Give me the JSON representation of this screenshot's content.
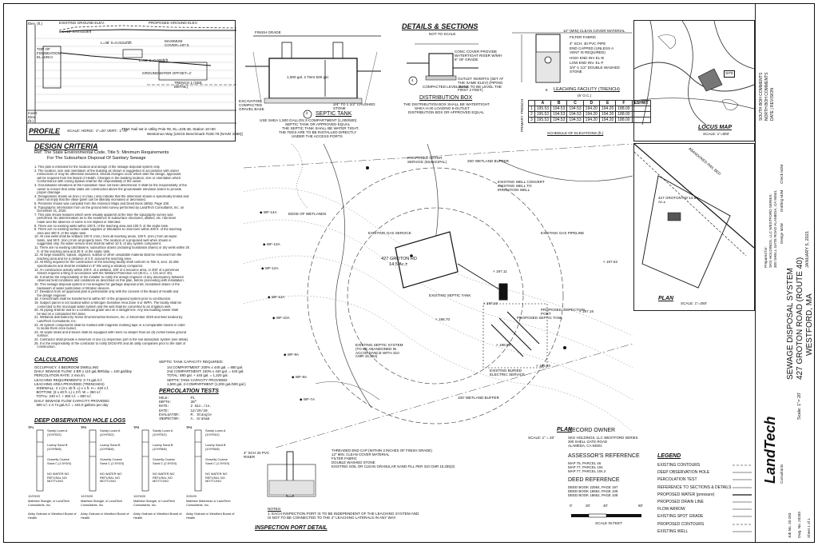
{
  "profile": {
    "title": "PROFILE",
    "scale": "SCALE: HORIZ.: 1\"=20'  VERT.: 1\"=8'",
    "tbm": "TBM: Nail set in Utility Pole #8, EL=228.48, Station 10+50",
    "benchmark": "Westomoo Way [USGS Benchmark #228.78 (NAVD 1988)]",
    "existing_ground": "EXISTING GROUND ELEV.",
    "proposed_ground": "PROPOSED GROUND ELEV.",
    "elev_label": "Elev. (ft.)",
    "invert_label": "Invert Elev. (ft.)",
    "top_foundation": "TOP OF FOUNDATION EL=199.0",
    "max_cover": "MAXIMUM COVER=197.5",
    "slope1": "L=10' S=0.031ft/ft",
    "slope2": "L=38' S=0.0151ft/ft",
    "slope3": "L=50' S=0.005ft/ft",
    "trench": "TRENCH 1 (SEE DETAIL)",
    "gw": "GROUNDWATER OFFSET=1'",
    "elev_ticks": [
      "198",
      "197",
      "196",
      "195",
      "194",
      "193",
      "192",
      "191",
      "190"
    ]
  },
  "septic": {
    "title": "SEPTIC TANK",
    "num": "2",
    "note1": "USE SHEA 1,500 GALLON 2-COMPARTMENT (1,000/500)",
    "note2": "SEPTIC TANK OR APPROVED EQUAL",
    "note3": "THE SEPTIC TANK SHALL BE WATER TIGHT.",
    "note4": "THE TEES ARE TO BE INSTALLED DIRECTLY",
    "note5": "UNDER THE ACCESS PORTS",
    "note6": "AND INSPECTED ANNUALLY",
    "finish_grade": "FINISH GRADE",
    "capacity": "1,000 gal. 2 Tiers 500 gal.",
    "bed": "3/4\" TO 1 1/2\" CRUSHED STONE",
    "excav": "EXCAVATION COMPACTED GRAVEL BASE"
  },
  "details": {
    "title": "DETAILS & SECTIONS",
    "subtitle": "NOT TO SCALE",
    "dbox_title": "DISTRIBUTION BOX",
    "dbox_num": "4",
    "dbox_note1": "THE DISTRIBUTION BOX SHALL BE WATERTIGHT.",
    "dbox_note2": "SHEA H-20 LOADING 6-OUTLET",
    "dbox_note3": "DISTRIBUTION BOX OR APPROVED EQUAL",
    "conc_cover": "CONC COVER PROVIDE WATERTIGHT RISER W/MH 6\" OF GRADE",
    "outlet": "OUTLET INVERTS (SET AT THE SAME ELEV) (PIPING SHALL TO BE LEVEL THE FIRST 2 FEET)",
    "compacted": "COMPACTED LEVEL BASE"
  },
  "leach": {
    "title": "LEACHING FACILITY (TRENCH)",
    "subtitle": "(6' O.C.)",
    "num": "5",
    "cover": "12\" (MIN) CLEAN COVER MATERIAL",
    "filter": "FILTER FABRIC",
    "pipe": "4\" SCH. 40 PVC PIPE",
    "pipe2": "END CAPPED (UNLESS A VENT IS REQUIRED)",
    "holes": "HIGH END INV EL-B",
    "low": "LOW END INV. EL-F",
    "stone": "3/4\"-1 1/2\" DOUBLE WASHED STONE",
    "sched_title": "SCHEDULE OF ELEVATIONS (ft.)",
    "cols": [
      "A",
      "B",
      "C",
      "D",
      "E",
      "F",
      "ESHWT"
    ],
    "rows": [
      [
        "1",
        "195.53",
        "194.53",
        "194.53",
        "194.20",
        "194.20",
        "188.00"
      ],
      [
        "2",
        "195.53",
        "194.53",
        "194.53",
        "194.20",
        "194.20",
        "188.00"
      ],
      [
        "3",
        "195.53",
        "194.53",
        "194.53",
        "194.20",
        "194.20",
        "188.00"
      ]
    ],
    "primary": "PRIMARY TRENCH"
  },
  "locus": {
    "title": "LOCUS MAP",
    "scale": "SCALE: 1\"=800'",
    "site": "SITE"
  },
  "inset_plan": {
    "title": "PLAN",
    "scale": "SCALE: 1\"=250'",
    "road": "ABANDONED RAIL BED",
    "lot": "427 GROTON RD 14.5 Ac.±"
  },
  "criteria": {
    "title": "DESIGN CRITERIA",
    "ref1": "Ref: The State Environmental Code, Title 5: Minimum Requirements",
    "ref2": "For The Subsurface Disposal Of Sanitary Sewage",
    "items": [
      "1. This plan is intended for the location and design of the sewage disposal system only.",
      "2. The location, size and orientation of the building as shown is suggested in accordance with owner",
      "   instructions or may be otherwise assumed. Should changes occur which alter the design, approvals",
      "   will be required from the Board of Health. Changes in the building location, size or orientation which",
      "   Conformance with zoning bylaws shall be the responsibility of the owner.",
      "3. Groundwater elevations at the foundation have not been determined. It shall be the responsibility of the",
      "   owner to ensure that cellar slabs are constructed above the groundwater elevation and/or to provide",
      "   proper drainage.",
      "4. Designations shown as (min.) or (max.) only indicate that the dimension shown is specifically limited and",
      "   does not imply that the value given can be liberally increased or decreased.",
      "5. Perimeter shown was compiled from the Assessor Maps and Deed Book 18652, Page 108.",
      "6. Topographic information from on the ground field survey performed by LandTech Consultants, Inc. on",
      "   December 31, 2020.",
      "7. This plan shows features which were visually apparent at the time the topography survey was",
      "   performed. No determination as to the existence of subsurface structures, utilities, etc. has been",
      "   made and the absence of some is not implied or intended.",
      "8. There are no existing wells within 100 ft. of the leaching area and 100 ft. of the septic tank.",
      "9. There are no existing surface water supplies or tributaries to reservoirs within 400 ft. of the leaching",
      "   area and 400 ft. of the septic tank.",
      "10. All new wells shall be setback 100 ft. (min.) from all leaching areas, 100 ft. (min.) from all septic",
      "   tanks, and 50 ft. (min.) from all property lines. The location of a proposed well when shown is",
      "   suggested only. No water service lines shall be within 10 ft. of any system component.",
      "11. There are no existing catchbasins, subsurface drains (including foundation drains) or dry wells within 25",
      "   ft. of the leaching area and 25 ft. of the septic tank.",
      "12. All large boulders, topsoil, organics, subsoil or other unsuitable material shall be removed from the",
      "   leaching area and for a distance of 5 ft. around the leaching area.",
      "13. All filling required for the construction of the leaching facility shall conform to Title 5, sect. 15.255",
      "   specifications and shall be installed in 6\" lifts using a vibratory compactor.",
      "14. An construction activity within 100 ft. of a wetland, 100' of a resource area, or 200' of a perennial",
      "   stream requires a filing in accordance with the Wetland Protection Act (M.G.L. c 131 sect. 40).",
      "15. It shall be the responsibility of the installer to notify the design engineer of any discrepancy between",
      "   observed field conditions and conditions as described on this plan, before proceeding with installation.",
      "16. This sewage disposal system is not designed for garbage disposal units, foundation drains or the",
      "   backwash of water purification or filtration devices.",
      "17. Deviation from an approved plan is permissible only with the consent of the Board of Health and",
      "   the design engineer.",
      "18. A benchmark shall be transferred to within 50' of the proposed system prior to construction.",
      "19. Subject parcel is not located within a Nitrogen Sensitive Area Zone II or IWPA. The facility shall be",
      "   connected to the municipal water system and the well shall be converted to an irrigation well.",
      "20. All piping shall be laid on a continuous grade and on a straight line. Any low building sewer shall",
      "   be laid on a compacted firm base.",
      "21. Wetlands delineated by Norse Environmental Services, Inc. in December 2020 and field located by",
      "   LandTech Consultants, Inc.",
      "22. All system components shall be marked with magnetic marking tape or a comparable means in order",
      "   to locate them once buried.",
      "23. All septic tanks and d-boxes shall be equipped with risers no deeper than six (6) inches below ground",
      "   surface.",
      "24. Contractor shall provide a minimum of one (1) inspection port in the soil absorption system (see detail).",
      "25. It is the responsibility of the contractor to notify DIGSAFE and all utility companies prior to the start of",
      "   construction."
    ]
  },
  "calcs": {
    "title": "CALCULATIONS",
    "lines": [
      "OCCUPANCY: 4 BEDROOM DWELLING",
      "DAILY SEWAGE FLOW: 4 BR x 110 gal./BR/day = 440 gal/day",
      "PERCOLATION RATE: 2 min./in.",
      "LEACHING REQUIREMENTS: 0.74 gal./s.f.",
      "LEACHING AREA PROVIDED (TRENCHES)",
      "  SIDEWALL: 2 x (3 x 40 ft. L) x 1 ft. H = 240 s.f.",
      "  BOTTOM: (3 x 40 ft. L) x 3 ft. W = 360 s.f.",
      "  TOTAL: 240 s.f. + 360 s.f. = 600 s.f.",
      "DAILY SEWAGE FLOW CAPACITY PROVIDED:",
      "  600 s.f. x 0.74 gal./s.f. = 444.0 gallons per day"
    ],
    "tank_title": "SEPTIC TANK CAPACITY REQUIRED:",
    "tank_lines": [
      "1st COMPARTMENT: 200% x 440 gal. = 880 gal.",
      "2nd COMPARTMENT: 100% x 440 gal. = 440 gal.",
      "TOTAL: 880 gal. + 440 gal. = 1,320 gal.",
      "SEPTIC TANK CAPACITY PROVIDED:",
      "1,500 gal. 2-COMPARTMENT (1,000 gal./500 gal.)"
    ]
  },
  "perc": {
    "title": "PERCOLATION TESTS",
    "lines": [
      "HOLE:          P1",
      "DEPTH:         30\"",
      "RATE:          2 min./in.",
      "DATE:          12/29/20",
      "EVALUATOR:     M. Stangle",
      "INSPECTOR:     A. Graham"
    ]
  },
  "dohl": {
    "title": "DEEP OBSERVATION HOLE LOGS",
    "holes": [
      {
        "id": "TP1",
        "date": "12/29/20",
        "by": "Matthew Stangle, s/ LandTech Consultants, Inc.",
        "wit": "Abby Graham s/ Westford Board of Health"
      },
      {
        "id": "TP2",
        "date": "12/29/20",
        "by": "Matthew Stangle, s/ LandTech Consultants, Inc.",
        "wit": "Abby Graham s/ Westford Board of Health"
      },
      {
        "id": "TP3",
        "date": "12/29/20",
        "by": "Matthew Stangle, s/ LandTech Consultants, Inc.",
        "wit": "Abby Graham s/ Westford Board of Health"
      },
      {
        "id": "TP4",
        "date": "2/25/20",
        "by": "Matthew Waterman s/ LandTech Consultants, Inc.",
        "wit": "Abby Graham s/ Westford Board of Health"
      }
    ],
    "soils": [
      "Sandy Loam A (10YR3/2)",
      "Loamy Sand B (10YR6/8)",
      "Gravelly Coarse Sand C (2.5Y5/3)",
      "NO WATER NO REFUSAL NO MOTTLING"
    ]
  },
  "inspection": {
    "title": "INSPECTION PORT DETAIL",
    "labels": [
      "THREADED END CAP (WITHIN 3 INCHES OF FINISH GRADE)",
      "12\" MIN. CLEAN COVER MATERIAL",
      "FILTER FABRIC",
      "DOUBLE WASHED STONE",
      "EXISTING SOIL OR CLEAN GRANULAR SAND FILL PER 310 CMR 15.255(3)"
    ],
    "pipe": "4\" SCH 40 PVC RISER",
    "notes_title": "NOTES:",
    "note": "1. EACH INSPECTION PORT IS TO BE INDEPENDENT OF THE LEACHING SYSTEM AND IS NOT TO BE CONNECTED TO THE 4\" LEACHING LATERALS IN ANY WAY."
  },
  "plan": {
    "title": "PLAN",
    "scale": "SCALE: 1\" = 20'",
    "address": "427 GROTON RD",
    "acres": "14.5 Ac.±",
    "labels": [
      "PROPOSED WATER SERVICE (MUNICIPAL)",
      "EXISTING WELL CONVERT EXISTING WELL TO IRRIGATION WELL",
      "EXISTING GAS SERVICE",
      "EDGE OF WETLANDS",
      "EXISTING SEPTIC TANK",
      "EXISTING SEPTIC SYSTEM (TO BE ABANDONED IN ACCORDANCE WITH 310 CMR 15.354)",
      "PROPOSED SEPTIC TANK",
      "PROPOSED INSPECTION PORT",
      "EXISTING BURIED ELECTRIC SERVICE",
      "100' WETLAND BUFFER",
      "200' WETLAND BUFFER",
      "EXISTING GAS PIPELINE"
    ],
    "wetflags": [
      "WF-14A",
      "WF-13A",
      "WF-12A",
      "WF-11A",
      "WF-10A",
      "WF-9A",
      "WF-8A",
      "WF-7A"
    ],
    "elevs": [
      "197.11",
      "197.10",
      "196.70",
      "197.62",
      "197.16",
      "198.99",
      "196.60"
    ]
  },
  "owner": {
    "record_title": "RECORD OWNER",
    "record_lines": [
      "SKG HOLDINGS, LLC WESTFORD SERIES",
      "300 SHELL GATE ROAD",
      "ALAMEDA, CA 94501"
    ],
    "assessor_title": "ASSESSOR'S REFERENCE",
    "assessor_lines": [
      "MAP 76, PARCEL 46",
      "MAP 77, PARCEL 104",
      "MAP 77, PARCEL 104.2"
    ],
    "deed_title": "DEED REFERENCE",
    "deed_lines": [
      "DEED BOOK 22584, PAGE 197",
      "DEED BOOK 18652, PAGE 108",
      "DEED BOOK 18652, PAGE 108"
    ],
    "scale_labels": [
      "0'",
      "20'",
      "40'",
      "80'"
    ],
    "scale_caption": "SCALE IN FEET"
  },
  "legend": {
    "title": "LEGEND",
    "items": [
      "EXISTING CONTOURS",
      "DEEP OBSERVATION HOLE",
      "PERCOLATION TEST",
      "REFERENCE TO SECTIONS & DETAILS",
      "PROPOSED WATER (pressure)",
      "PROPOSED DRAIN LINE",
      "FLOW ARROW",
      "EXISTING SPOT GRADE",
      "PROPOSED CONTOURS",
      "EXISTING WELL"
    ]
  },
  "titleblock": {
    "system": "SEWAGE DISPOSAL SYSTEM",
    "address": "427 GROTON ROAD (ROUTE 40)",
    "town": "WESTFORD, MA",
    "date": "JANUARY 5, 2021",
    "scale": "Scale: 1\"= 20'",
    "prepared_for": "Prepared for:",
    "client": "SKG HOLDINGS, LLC WESTFORD SERIES",
    "client2": "300 SHELL GATE ROAD ALAMEDA, CA 94501",
    "company": "LandTech",
    "company_sub": "Consultants",
    "job": "Job No. 20-283",
    "dwg": "Dwg. No. 20283",
    "sheet": "Sheet 1 of 1",
    "revisions": [
      "SOUTH BOH COMMENTS",
      "NORTH BOH COMMENTS",
      "DATE | REVISION"
    ],
    "roles": [
      "Design MJM",
      "Drafting MJM",
      "Check MJM"
    ]
  }
}
